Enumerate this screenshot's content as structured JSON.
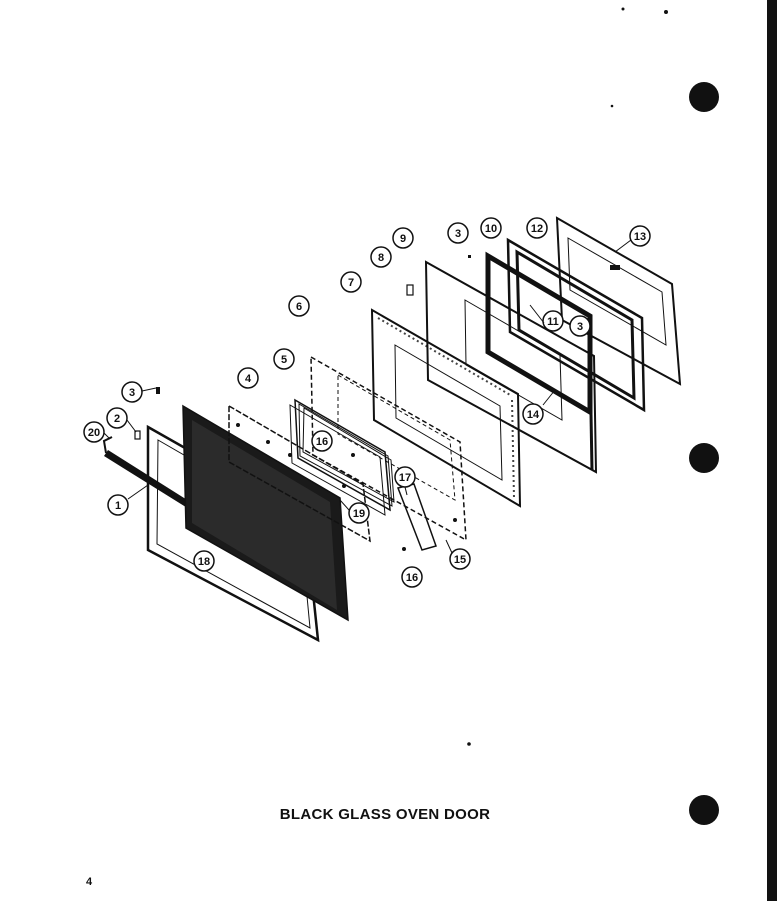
{
  "title": "BLACK GLASS OVEN DOOR",
  "page_number": "4",
  "callouts": [
    "1",
    "2",
    "3",
    "4",
    "5",
    "6",
    "7",
    "8",
    "9",
    "3",
    "10",
    "12",
    "13",
    "11",
    "3",
    "14",
    "16",
    "17",
    "19",
    "15",
    "16",
    "18",
    "20"
  ],
  "colors": {
    "ink": "#111111",
    "paper": "#ffffff"
  }
}
